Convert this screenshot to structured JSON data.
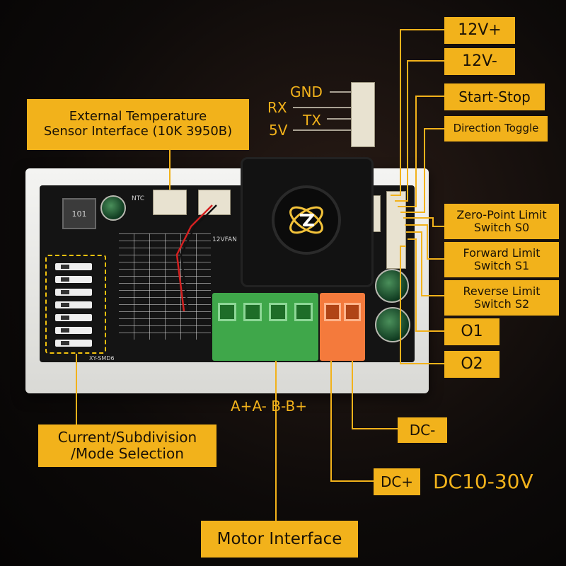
{
  "labels": {
    "v12_plus": "12V+",
    "v12_minus": "12V-",
    "start_stop": "Start-Stop",
    "direction_toggle": "Direction Toggle",
    "zero_limit_line1": "Zero-Point Limit",
    "zero_limit_line2": "Switch S0",
    "forward_limit_line1": "Forward Limit",
    "forward_limit_line2": "Switch S1",
    "reverse_limit_line1": "Reverse Limit",
    "reverse_limit_line2": "Switch S2",
    "o1": "O1",
    "o2": "O2",
    "dc_minus": "DC-",
    "dc_plus": "DC+",
    "dc_range": "DC10-30V",
    "motor_interface": "Motor Interface",
    "motor_pins": "A+A- B-B+",
    "temp_sensor_line1": "External Temperature",
    "temp_sensor_line2": "Sensor Interface (10K 3950B)",
    "current_line1": "Current/Subdivision",
    "current_line2": "/Mode Selection",
    "gnd": "GND",
    "rx": "RX",
    "tx": "TX",
    "v5": "5V"
  },
  "board_print": {
    "ntc": "NTC",
    "fan": "12VFAN",
    "inductor": "101",
    "model": "XY-SMD6"
  },
  "colors": {
    "accent": "#f2b21b",
    "dark": "#1a1206",
    "terminal_green": "#3fa74a",
    "terminal_orange": "#f47a3c"
  }
}
